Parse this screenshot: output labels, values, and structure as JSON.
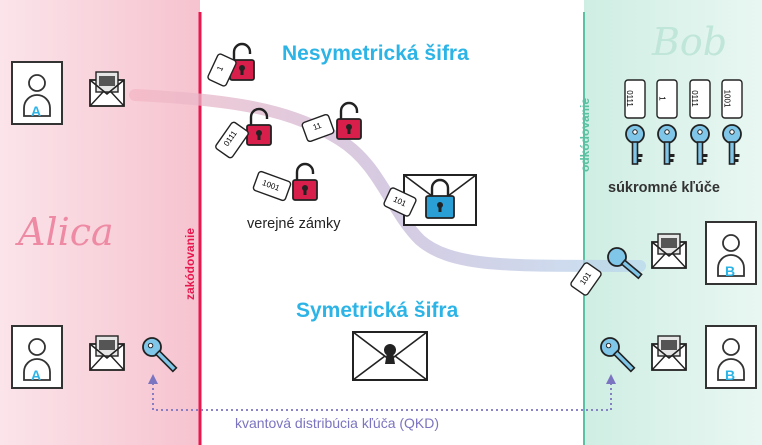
{
  "titles": {
    "asymmetric": "Nesymetrická šifra",
    "symmetric": "Symetrická šifra"
  },
  "labels": {
    "public_locks": "verejné zámky",
    "private_keys": "súkromné kľúče",
    "encoding": "zakódovanie",
    "decoding": "odkódovanie",
    "qkd": "kvantová distribúcia kľúča (QKD)"
  },
  "names": {
    "alice": "Alica",
    "bob": "Bob"
  },
  "avatars": {
    "alice_letter": "A",
    "bob_letter": "B"
  },
  "tags": {
    "lock1": "1",
    "lock2": "0111",
    "lock3": "11",
    "lock4": "1001",
    "envelope_tag": "101",
    "bob_key_tag": "101",
    "private_key_tags": [
      "0111",
      "1",
      "0111",
      "1001"
    ]
  },
  "colors": {
    "accent_blue": "#2db4e6",
    "alice_pink": "#e8184f",
    "bob_green": "#5cc1a2",
    "lock_red": "#d81e4b",
    "key_blue": "#7fc6e8",
    "qkd_purple": "#7b74c0"
  }
}
